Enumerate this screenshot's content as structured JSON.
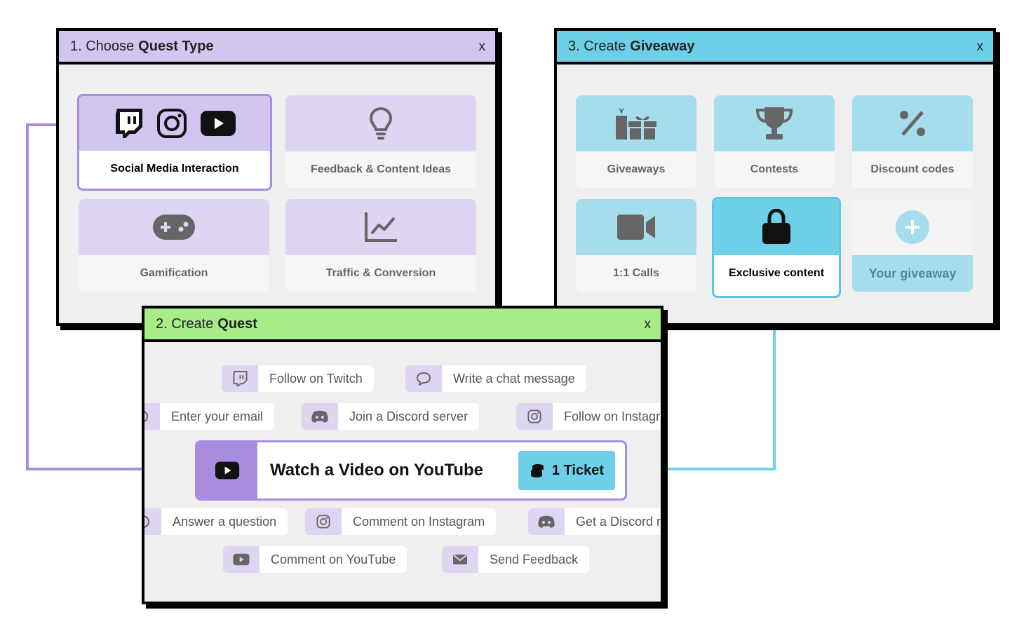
{
  "window1": {
    "title_num": "1. Choose",
    "title_bold": "Quest Type",
    "close": "x",
    "cards": [
      {
        "label": "Social Media Interaction",
        "selected": true,
        "icons": [
          "twitch-icon",
          "instagram-icon",
          "youtube-icon"
        ]
      },
      {
        "label": "Feedback & Content Ideas",
        "icon": "lightbulb-icon"
      },
      {
        "label": "Gamification",
        "icon": "gamepad-icon"
      },
      {
        "label": "Traffic & Conversion",
        "icon": "chart-icon"
      }
    ]
  },
  "window2": {
    "title_num": "2. Create",
    "title_bold": "Quest",
    "close": "x",
    "quests": [
      {
        "label": "Follow on Twitch",
        "icon": "twitch-icon"
      },
      {
        "label": "Write a chat message",
        "icon": "chat-icon"
      },
      {
        "label": "Enter your email",
        "icon": "email-icon"
      },
      {
        "label": "Join a Discord server",
        "icon": "discord-icon"
      },
      {
        "label": "Follow on Instagram",
        "icon": "instagram-icon"
      },
      {
        "label": "Answer a question",
        "icon": "question-icon"
      },
      {
        "label": "Comment on Instagram",
        "icon": "instagram-icon"
      },
      {
        "label": "Get a Discord role",
        "icon": "discord-icon"
      },
      {
        "label": "Comment on YouTube",
        "icon": "youtube-icon"
      },
      {
        "label": "Send Feedback",
        "icon": "envelope-icon"
      }
    ],
    "selected_quest": {
      "label": "Watch a Video on YouTube",
      "icon": "youtube-icon",
      "reward": "1 Ticket",
      "reward_icon": "coins-icon"
    }
  },
  "window3": {
    "title_num": "3. Create",
    "title_bold": "Giveaway",
    "close": "x",
    "cards": [
      {
        "label": "Giveaways",
        "icon": "gift-icon"
      },
      {
        "label": "Contests",
        "icon": "trophy-icon"
      },
      {
        "label": "Discount codes",
        "icon": "percent-icon"
      },
      {
        "label": "1:1 Calls",
        "icon": "video-camera-icon"
      },
      {
        "label": "Exclusive content",
        "icon": "lock-icon",
        "selected": true
      },
      {
        "label": "Your giveaway",
        "icon": "plus-icon"
      }
    ]
  },
  "colors": {
    "purple": "#a88ce0",
    "purple_light": "#d2c5ef",
    "cyan": "#6dd0e8",
    "green": "#a8ec88"
  }
}
